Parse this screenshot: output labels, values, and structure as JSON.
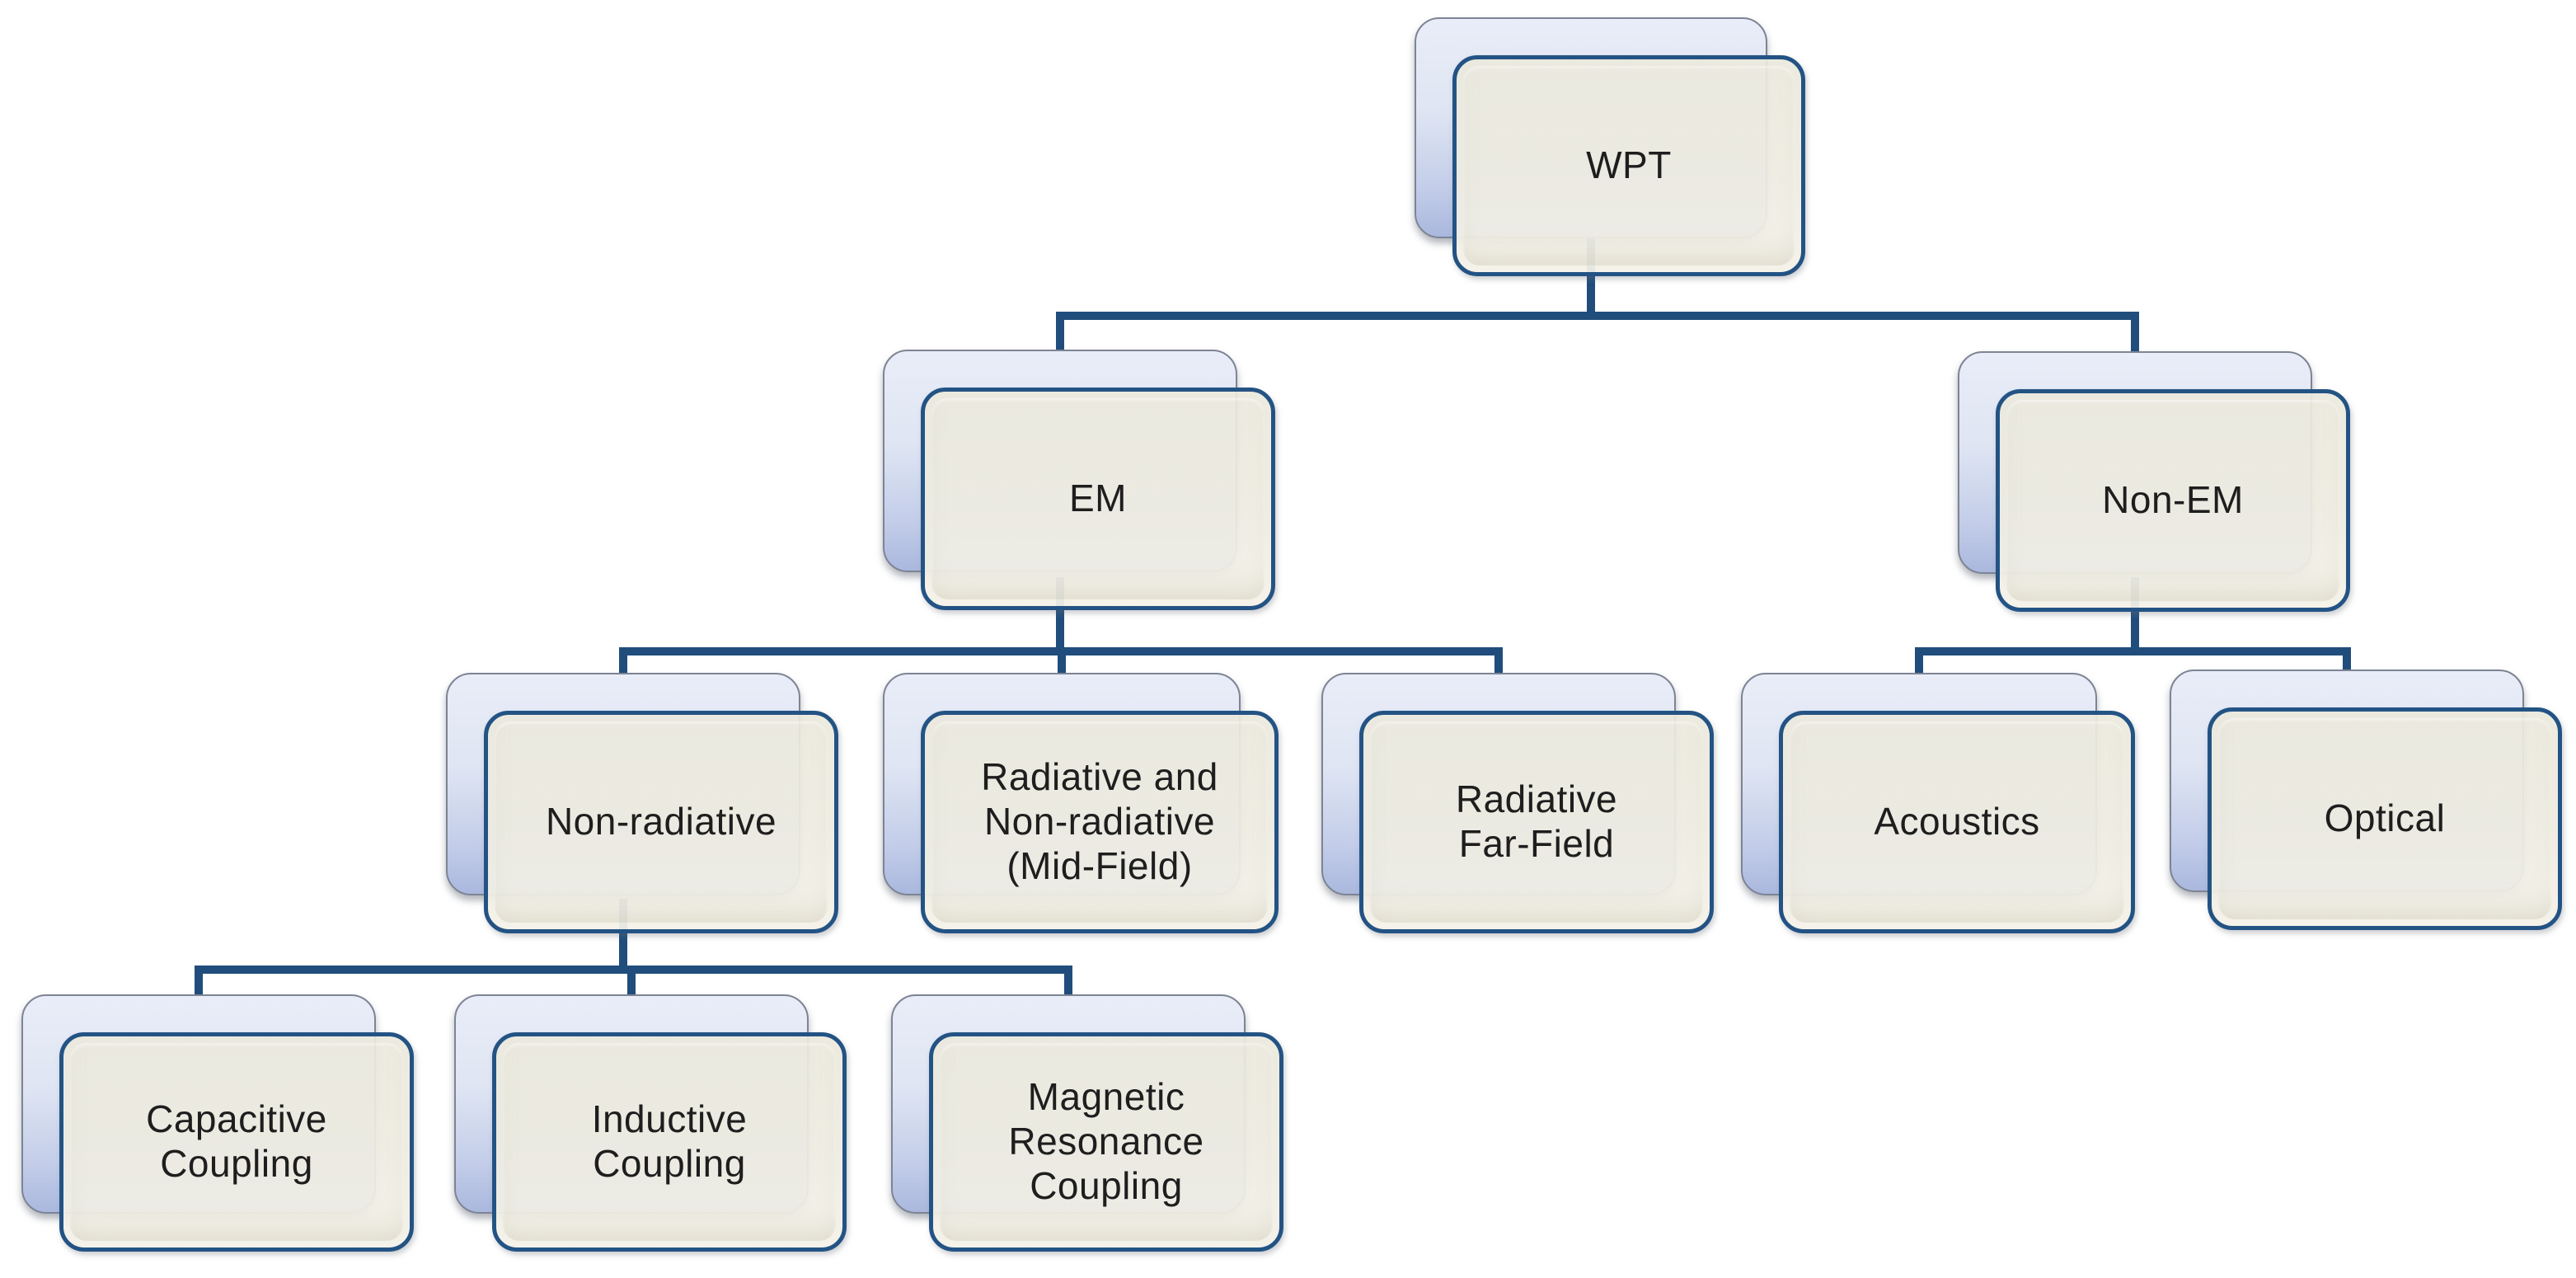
{
  "diagram": {
    "type": "tree",
    "root": "WPT",
    "nodes": {
      "wpt": {
        "label": "WPT",
        "parent": null
      },
      "em": {
        "label": "EM",
        "parent": "WPT"
      },
      "non_em": {
        "label": "Non-EM",
        "parent": "WPT"
      },
      "non_radiative": {
        "label": "Non-radiative",
        "parent": "EM"
      },
      "radiative_mid_field": {
        "label": "Radiative and\nNon-radiative\n(Mid-Field)",
        "parent": "EM"
      },
      "radiative_far_field": {
        "label": "Radiative\nFar-Field",
        "parent": "EM"
      },
      "acoustics": {
        "label": "Acoustics",
        "parent": "Non-EM"
      },
      "optical": {
        "label": "Optical",
        "parent": "Non-EM"
      },
      "capacitive_coupling": {
        "label": "Capacitive\nCoupling",
        "parent": "Non-radiative"
      },
      "inductive_coupling": {
        "label": "Inductive\nCoupling",
        "parent": "Non-radiative"
      },
      "magnetic_resonance_coupling": {
        "label": "Magnetic\nResonance\nCoupling",
        "parent": "Non-radiative"
      }
    },
    "hierarchy": {
      "WPT": [
        "EM",
        "Non-EM"
      ],
      "EM": [
        "Non-radiative",
        "Radiative and Non-radiative (Mid-Field)",
        "Radiative Far-Field"
      ],
      "Non-EM": [
        "Acoustics",
        "Optical"
      ],
      "Non-radiative": [
        "Capacitive Coupling",
        "Inductive Coupling",
        "Magnetic Resonance Coupling"
      ]
    },
    "colors": {
      "connector": "#204d7c",
      "node_border": "#235384",
      "node_fill": "#edebde",
      "shadow_fill_top": "#e9edf8",
      "shadow_fill_bottom": "#aab8de",
      "shadow_border": "#7d8494",
      "text": "#1e1e1e",
      "background": "#ffffff"
    }
  }
}
